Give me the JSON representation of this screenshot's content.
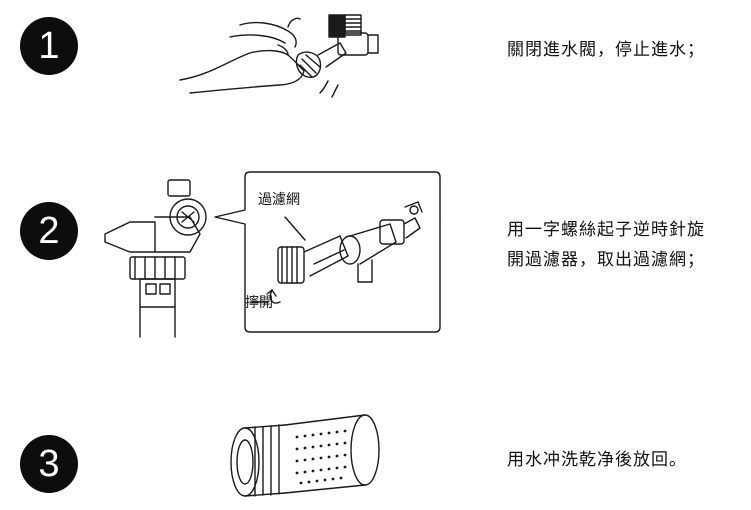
{
  "steps": [
    {
      "number": "1",
      "text": [
        "關閉進水閥，停止進水；"
      ],
      "illustration_icon": "hand-closing-valve-icon"
    },
    {
      "number": "2",
      "text": [
        "用一字螺絲起子逆時針旋",
        "開過濾器，取出過濾網；"
      ],
      "illustration_icon": "valve-filter-removal-icon",
      "labels": {
        "filter": "過濾網",
        "unscrew": "擰開"
      }
    },
    {
      "number": "3",
      "text": [
        "用水冲洗乾净後放回。"
      ],
      "illustration_icon": "filter-mesh-icon"
    }
  ],
  "colors": {
    "badge": "#0d0d0d",
    "line": "#1a1a1a"
  }
}
